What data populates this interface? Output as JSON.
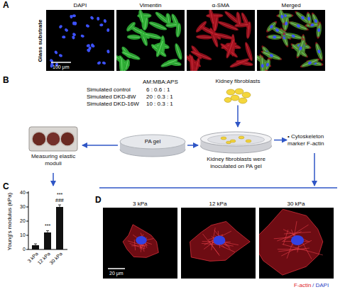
{
  "diagram": {
    "nodes": [
      {
        "text": [
          "PA gel"
        ]
      },
      {
        "text": [
          "Kidney fibroblasts were inoculated on PA gel"
        ]
      },
      {
        "text": [
          "Kidney fibroblasts"
        ]
      },
      {
        "text": [
          "Measuring elastic moduli"
        ]
      },
      {
        "text": [
          "• Cytoskeleton marker F-actin"
        ]
      }
    ],
    "edges": [
      {
        "from": 0,
        "to": 3,
        "arrow": "to"
      },
      {
        "from": 0,
        "to": 1,
        "arrow": "to"
      },
      {
        "from": 2,
        "to": 1,
        "arrow": "to"
      },
      {
        "from": 1,
        "to": 4,
        "arrow": "to"
      }
    ],
    "labels": [
      "A",
      "DAPI",
      "Vimentin",
      "α-SMA",
      "Merged",
      "Glass substrate",
      "100 μm",
      "B",
      "AM:MBA:APS",
      "Simulated control",
      "6 : 0.6 : 1",
      "Simulated DKD-8W",
      "20 : 0.3 : 1",
      "Simulated DKD-16W",
      "10 : 0.3 : 1",
      "C",
      "Young's modulus (kPa)",
      "40",
      "30",
      "20",
      "10",
      "0",
      "3 kPa",
      "12 kPa",
      "30 kPa",
      "***",
      "***",
      "###",
      "D",
      "3 kPa",
      "12 kPa",
      "30 kPa",
      "20 μm",
      "F-actin",
      "/ DAPI"
    ]
  }
}
